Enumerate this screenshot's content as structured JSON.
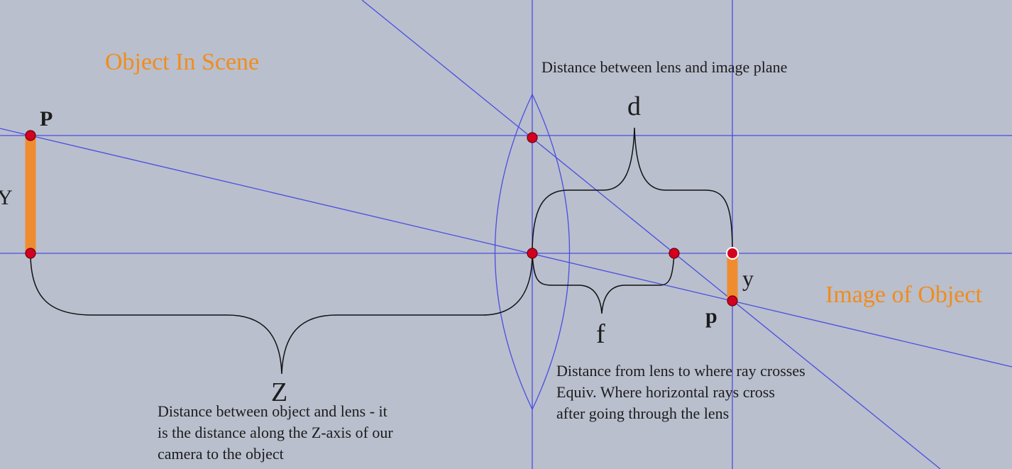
{
  "titles": {
    "object_in_scene": "Object In Scene",
    "image_of_object": "Image of Object"
  },
  "labels": {
    "P": "P",
    "Y": "Y",
    "p": "p",
    "y": "y",
    "d": "d",
    "f": "f",
    "Z": "Z"
  },
  "descriptions": {
    "lens_to_image_plane": "Distance between lens and image plane",
    "focal": [
      "Distance from lens to where ray crosses",
      "Equiv. Where horizontal rays cross",
      "after going through the lens"
    ],
    "object_to_lens": [
      "Distance between object and lens - it",
      "is the distance along the Z-axis of our",
      "camera to the object"
    ]
  },
  "colors": {
    "background": "#b9bfcd",
    "ray": "#4a4ee0",
    "object": "#f08c30",
    "point": "#d3001f",
    "title": "#f08c1e",
    "bracket": "#111111"
  }
}
